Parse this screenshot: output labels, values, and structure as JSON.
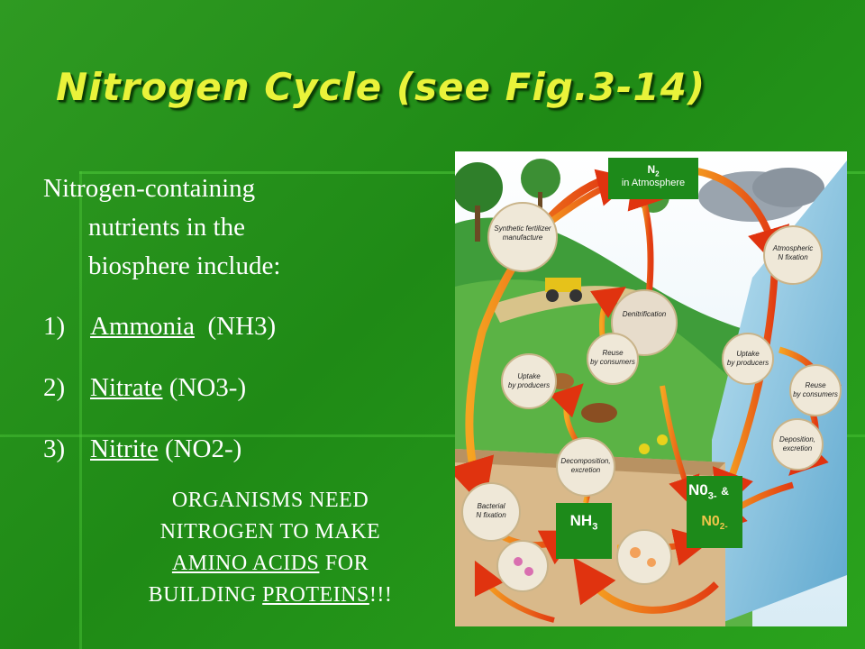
{
  "title": "Nitrogen Cycle (see Fig.3-14)",
  "intro": {
    "line1": "Nitrogen-containing",
    "line2": "nutrients in the",
    "line3": "biosphere include:"
  },
  "items": [
    {
      "num": "1)",
      "term": "Ammonia",
      "formula": "(NH3)"
    },
    {
      "num": "2)",
      "term": "Nitrate",
      "formula": "(NO3-)"
    },
    {
      "num": "3)",
      "term": "Nitrite",
      "formula": "(NO2-)"
    }
  ],
  "note": {
    "line1": "ORGANISMS NEED",
    "line2": "NITROGEN TO MAKE",
    "amino": "AMINO ACIDS",
    "for": " FOR",
    "building": "BUILDING ",
    "proteins": "PROTEINS",
    "bang": "!!!"
  },
  "diagram": {
    "atmosphere_n": "N",
    "atmosphere_sub": "2",
    "atmosphere_label": "in Atmosphere",
    "labels": {
      "synthetic": [
        "Synthetic fertilizer",
        "manufacture"
      ],
      "atmospheric": [
        "Atmospheric",
        "N fixation"
      ],
      "denitrification": "Denitrification",
      "reuse1": [
        "Reuse",
        "by consumers"
      ],
      "uptake1": [
        "Uptake",
        "by producers"
      ],
      "uptake2": [
        "Uptake",
        "by producers"
      ],
      "reuse2": [
        "Reuse",
        "by consumers"
      ],
      "decomp1": [
        "Decomposition,",
        "excretion"
      ],
      "deposition": [
        "Deposition,",
        "excretion"
      ],
      "bacterial": [
        "Bacterial",
        "N fixation"
      ]
    },
    "nh3": "NH",
    "nh3_sub": "3",
    "no3": "N0",
    "no3_sub": "3-",
    "amp": "&",
    "no2": "N0",
    "no2_sub": "2-"
  }
}
